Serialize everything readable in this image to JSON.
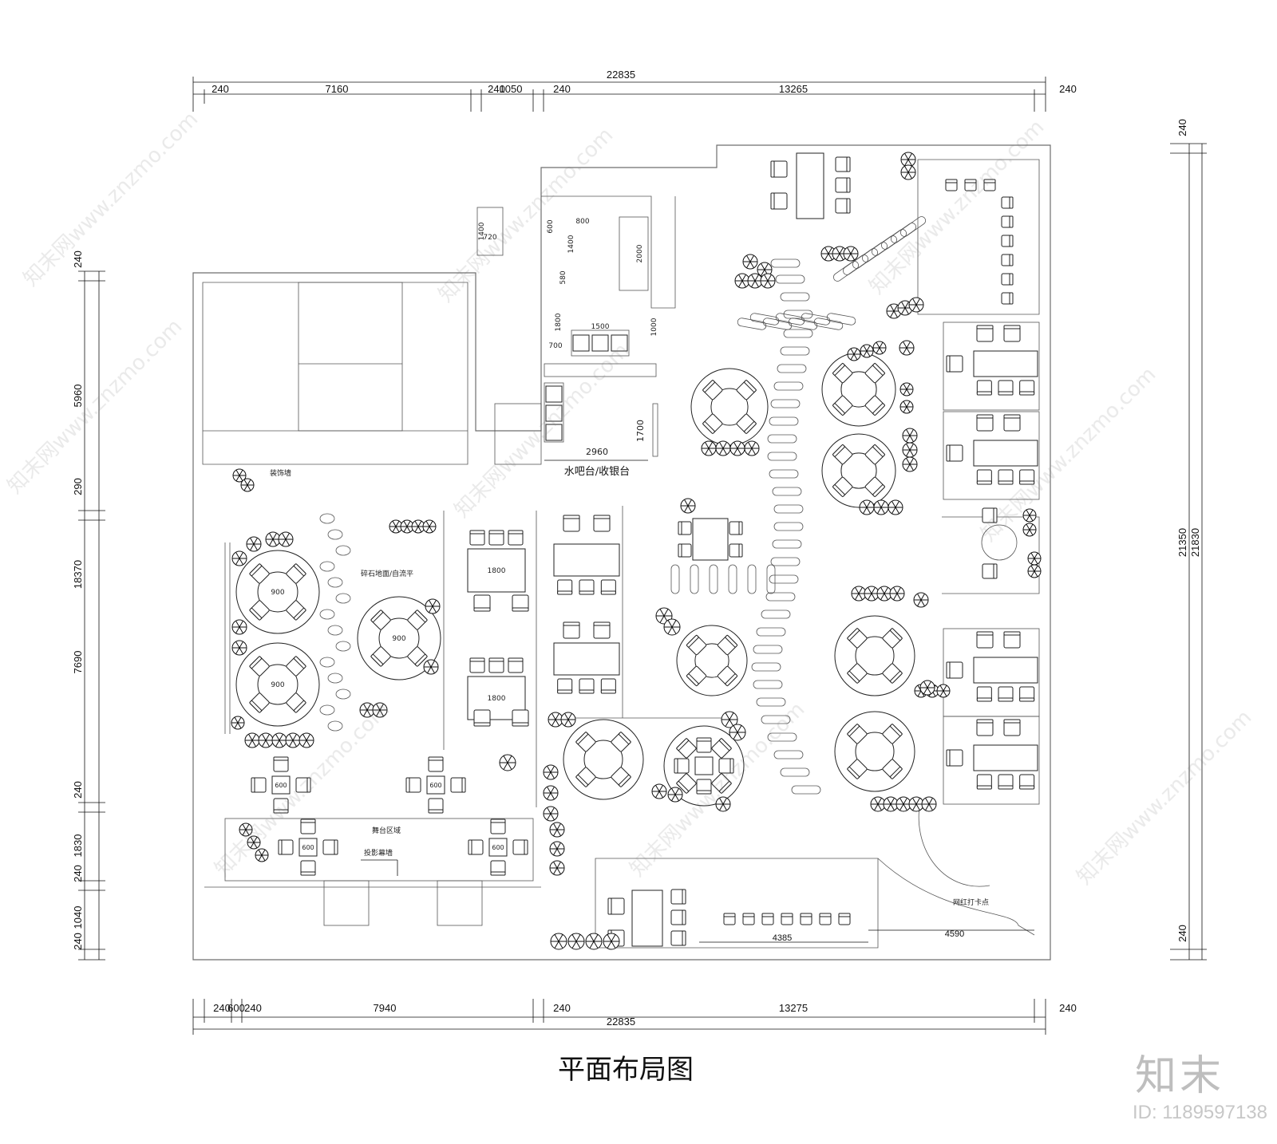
{
  "dimensions": {
    "top_total": "22835",
    "top_segments": [
      "240",
      "7160",
      "240",
      "1050",
      "240",
      "13265",
      "240"
    ],
    "bottom_total": "22835",
    "bottom_segments": [
      "240",
      "600",
      "240",
      "7940",
      "240",
      "13275",
      "240"
    ],
    "left_total": "18370",
    "left_segments": [
      "240",
      "5960",
      "290",
      "7690",
      "240",
      "1830",
      "240",
      "1040",
      "240"
    ],
    "right_outer": "21830",
    "right_inner": "21350",
    "right_top": "240",
    "right_bottom": "240",
    "room": [
      "2960",
      "1700",
      "1500",
      "1000",
      "700",
      "800",
      "1400",
      "2000",
      "580",
      "1800",
      "600",
      "720",
      "1400",
      "4385",
      "4590"
    ],
    "tables": [
      "900",
      "900",
      "900",
      "1800",
      "1800",
      "600",
      "600",
      "600",
      "600"
    ]
  },
  "labels": {
    "bar_counter": "水吧台/收银台",
    "decor_wall": "装饰墙",
    "gravel": "碎石地面/自流平",
    "stage": "舞台区域",
    "screen": "投影幕墙",
    "checkin": "网红打卡点"
  },
  "title": "平面布局图",
  "watermark": {
    "logo": "知末",
    "id": "ID: 1189597138",
    "diagonal": "知末网www.znzmo.com"
  }
}
